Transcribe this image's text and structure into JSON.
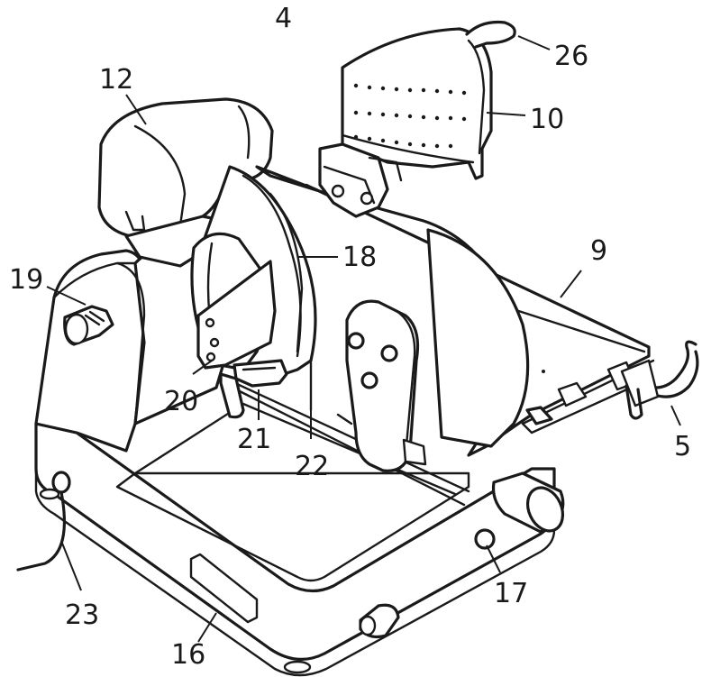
{
  "labels": {
    "l4": "4",
    "l26": "26",
    "l12": "12",
    "l10": "10",
    "l9": "9",
    "l18": "18",
    "l19": "19",
    "l20": "20",
    "l21": "21",
    "l22": "22",
    "l5": "5",
    "l23": "23",
    "l17": "17",
    "l16": "16"
  }
}
